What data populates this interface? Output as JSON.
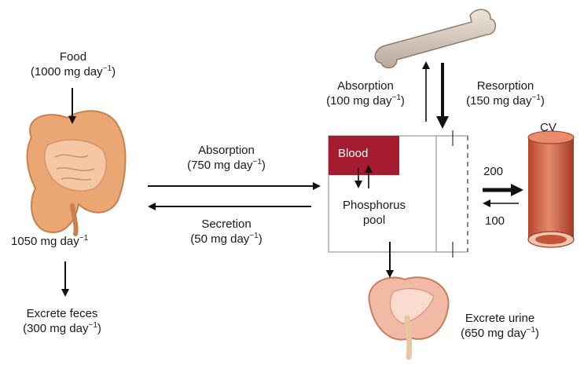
{
  "food": {
    "title": "Food",
    "rate": "(1000 mg day",
    "exp": "−1",
    "close": ")"
  },
  "gut_out": {
    "rate": "1050 mg day",
    "exp": "−1"
  },
  "feces": {
    "title": "Excrete feces",
    "rate": "(300 mg day",
    "exp": "−1",
    "close": ")"
  },
  "gut_absorption": {
    "title": "Absorption",
    "rate": "(750 mg day",
    "exp": "−1",
    "close": ")"
  },
  "gut_secretion": {
    "title": "Secretion",
    "rate": "(50 mg day",
    "exp": "−1",
    "close": ")"
  },
  "bone_absorption": {
    "title": "Absorption",
    "rate": "(100 mg day",
    "exp": "−1",
    "close": ")"
  },
  "bone_resorption": {
    "title": "Resorption",
    "rate": "(150 mg day",
    "exp": "−1",
    "close": ")"
  },
  "blood": {
    "label": "Blood"
  },
  "pool": {
    "line1": "Phosphorus",
    "line2": "pool"
  },
  "cv": {
    "label": "CV",
    "out": "200",
    "in": "100"
  },
  "urine": {
    "title": "Excrete urine",
    "rate": "(650 mg day",
    "exp": "−1",
    "close": ")"
  },
  "colors": {
    "blood": "#a51c30",
    "cv_vessel": "#d8674a",
    "bone": "#d8cbc0",
    "intestine": "#e9a26e",
    "kidney": "#f0b7a2"
  }
}
